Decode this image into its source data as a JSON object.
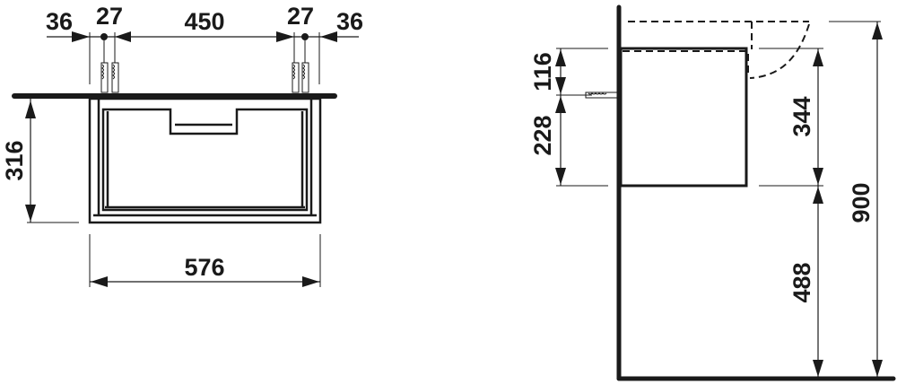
{
  "front_view": {
    "dims_top": {
      "left_offset": "36",
      "left_bolt_spacing": "27",
      "center_span": "450",
      "right_bolt_spacing": "27",
      "right_offset": "36"
    },
    "height": "316",
    "width": "576"
  },
  "side_view": {
    "top_to_bolt": "116",
    "bolt_to_bottom": "228",
    "cabinet_height": "344",
    "floor_to_cabinet": "488",
    "total_height": "900"
  },
  "colors": {
    "line": "#1a1a1a",
    "background": "#ffffff"
  }
}
